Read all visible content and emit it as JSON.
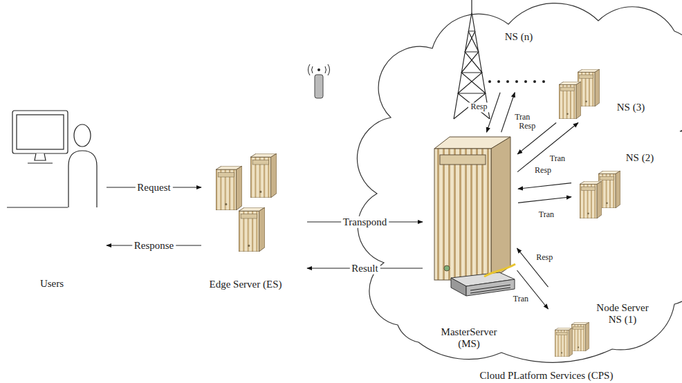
{
  "diagram": {
    "nodes": [
      {
        "text": [
          "Cloud PLatform Services (CPS)"
        ]
      },
      {
        "text": [
          "Users"
        ]
      },
      {
        "text": [
          "Edge Server (ES)"
        ]
      },
      {
        "text": [
          "MasterServer (MS)"
        ],
        "in": 0
      },
      {
        "text": [
          "Node Server NS (1)"
        ],
        "in": 0
      },
      {
        "text": [
          "NS (2)"
        ],
        "in": 0
      },
      {
        "text": [
          "NS (3)"
        ],
        "in": 0
      },
      {
        "text": [
          "NS (n)"
        ],
        "in": 0
      }
    ],
    "edges": [
      {
        "from": 1,
        "to": 2,
        "label": "Request",
        "arrow": "to"
      },
      {
        "from": 2,
        "to": 1,
        "label": "Response",
        "arrow": "to"
      },
      {
        "from": 2,
        "to": 3,
        "label": "Transpond",
        "arrow": "to"
      },
      {
        "from": 3,
        "to": 2,
        "label": "Result",
        "arrow": "to"
      },
      {
        "from": 3,
        "to": 7,
        "label": "Tran",
        "arrow": "to"
      },
      {
        "from": 7,
        "to": 3,
        "label": "Resp",
        "arrow": "to"
      },
      {
        "from": 3,
        "to": 6,
        "label": "Tran",
        "arrow": "to"
      },
      {
        "from": 6,
        "to": 3,
        "label": "Resp",
        "arrow": "to"
      },
      {
        "from": 3,
        "to": 5,
        "label": "Tran",
        "arrow": "to"
      },
      {
        "from": 5,
        "to": 3,
        "label": "Resp",
        "arrow": "to"
      },
      {
        "from": 3,
        "to": 4,
        "label": "Tran",
        "arrow": "to"
      },
      {
        "from": 4,
        "to": 3,
        "label": "Resp",
        "arrow": "to"
      }
    ]
  }
}
